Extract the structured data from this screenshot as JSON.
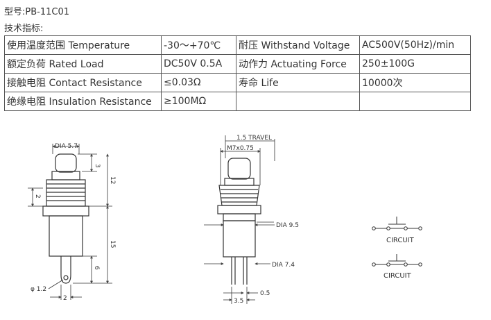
{
  "model": "型号:PB-11C01",
  "specs_heading": "技术指标:",
  "specs_table": {
    "rows": [
      [
        "使用温度范围 Temperature",
        "-30～+70℃",
        "耐压 Withstand Voltage",
        "AC500V(50Hz)/min"
      ],
      [
        "额定负荷 Rated Load",
        "DC50V 0.5A",
        "动作力 Actuating Force",
        "250±100G"
      ],
      [
        "接触电阻 Contact Resistance",
        "≤0.03Ω",
        "寿命 Life",
        "10000次"
      ],
      [
        "绝缘电阻 Insulation Resistance",
        "≥100MΩ",
        "",
        ""
      ]
    ]
  },
  "drawing_left": {
    "dia_label": "DIA 5.7",
    "dim_3": "3",
    "dim_12": "12",
    "dim_2_top": "2",
    "dim_15": "15",
    "dim_6": "6",
    "dim_phi": "φ 1.2",
    "dim_2_bottom": "2"
  },
  "drawing_middle": {
    "travel_label": "1.5 TRAVEL",
    "thread_label": "M7x0.75",
    "dia_95": "DIA 9.5",
    "dia_74": "DIA 7.4",
    "dim_05": "0.5",
    "dim_35": "3.5"
  },
  "circuits": {
    "top_label": "CIRCUIT",
    "bottom_label": "CIRCUIT"
  }
}
